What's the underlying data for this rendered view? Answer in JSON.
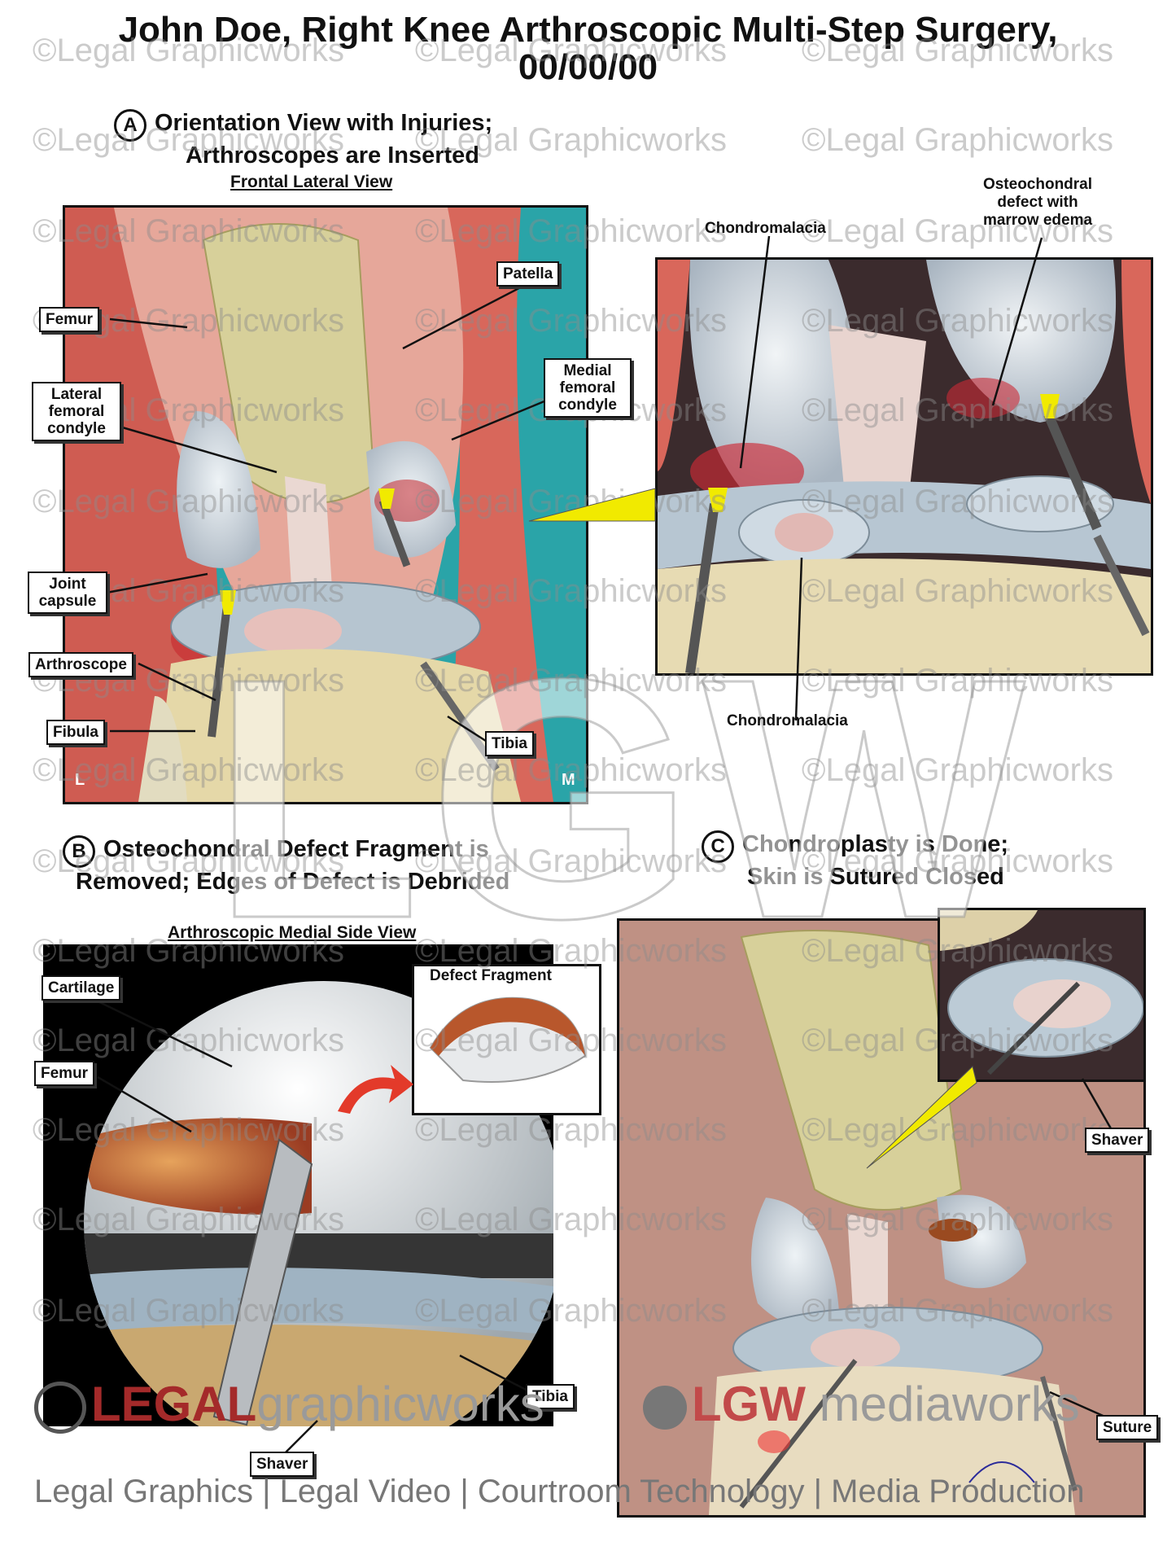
{
  "title_line1": "John Doe, Right Knee Arthroscopic Multi-Step Surgery,",
  "title_line2": "00/00/00",
  "section_a": {
    "letter": "A",
    "heading_line1": "Orientation View with Injuries;",
    "heading_line2": "Arthroscopes are Inserted",
    "subheading": "Frontal Lateral View",
    "corner_left": "L",
    "corner_right": "M",
    "labels": {
      "femur": "Femur",
      "lateral_femoral_condyle": "Lateral femoral condyle",
      "joint_capsule": "Joint capsule",
      "arthroscope": "Arthroscope",
      "fibula": "Fibula",
      "patella": "Patella",
      "medial_femoral_condyle": "Medial femoral condyle",
      "tibia": "Tibia"
    }
  },
  "inset_a": {
    "labels": {
      "chondromalacia_top": "Chondromalacia",
      "osteochondral_defect": "Osteochondral defect with marrow edema",
      "chondromalacia_bottom": "Chondromalacia"
    }
  },
  "section_b": {
    "letter": "B",
    "heading_line1": "Osteochondral Defect Fragment is",
    "heading_line2": "Removed; Edges of Defect is Debrided",
    "subheading": "Arthroscopic Medial Side View",
    "labels": {
      "cartilage": "Cartilage",
      "femur": "Femur",
      "tibia": "Tibia",
      "shaver": "Shaver",
      "defect_fragment": "Defect Fragment"
    }
  },
  "section_c": {
    "letter": "C",
    "heading_line1": "Chondroplasty is Done;",
    "heading_line2": "Skin is Sutured Closed",
    "labels": {
      "shaver": "Shaver",
      "suture": "Suture"
    }
  },
  "watermark": {
    "text": "©Legal Graphicworks",
    "big_text": "LGW"
  },
  "logos": {
    "legal_part1": "LEGAL",
    "legal_part2": "graphicworks",
    "lgw_part1": "LGW",
    "lgw_part2": "mediaworks"
  },
  "footer": "Legal Graphics | Legal Video | Courtroom Technology | Media Production",
  "colors": {
    "background": "#ffffff",
    "teal": "#2aa4a8",
    "muscle": "#d9675a",
    "bone": "#d7d09a",
    "cartilage": "#c9d3dc",
    "callout_yellow": "#f1ea00",
    "injury_red": "#c8303a"
  }
}
